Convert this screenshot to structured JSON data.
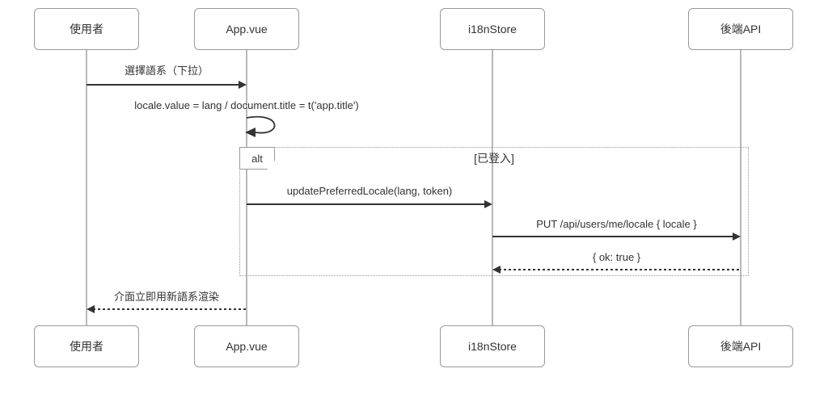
{
  "diagram": {
    "type": "sequence",
    "actors": [
      {
        "label": "使用者"
      },
      {
        "label": "App.vue"
      },
      {
        "label": "i18nStore"
      },
      {
        "label": "後端API"
      }
    ],
    "messages": [
      {
        "label": "選擇語系（下拉）",
        "from": "使用者",
        "to": "App.vue",
        "line": "solid"
      },
      {
        "label": "locale.value = lang / document.title = t('app.title')",
        "from": "App.vue",
        "to": "App.vue",
        "line": "self"
      },
      {
        "label": "updatePreferredLocale(lang, token)",
        "from": "App.vue",
        "to": "i18nStore",
        "line": "solid"
      },
      {
        "label": "PUT /api/users/me/locale { locale }",
        "from": "i18nStore",
        "to": "後端API",
        "line": "solid"
      },
      {
        "label": "{ ok: true }",
        "from": "後端API",
        "to": "i18nStore",
        "line": "dashed"
      },
      {
        "label": "介面立即用新語系渲染",
        "from": "App.vue",
        "to": "使用者",
        "line": "dashed"
      }
    ],
    "frame": {
      "label": "alt",
      "guard": "[已登入]"
    },
    "colors": {
      "background": "#ffffff",
      "box_border": "#999999",
      "text": "#333333",
      "lifeline": "#b8b8b8",
      "arrow": "#333333",
      "frame_border": "#999999"
    }
  }
}
